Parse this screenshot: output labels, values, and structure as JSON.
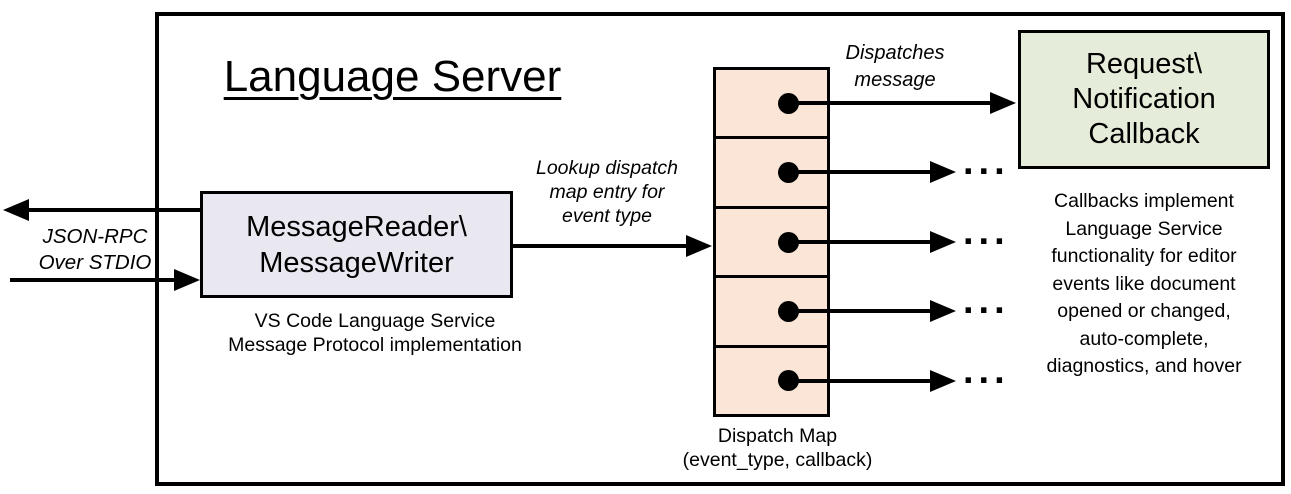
{
  "diagram": {
    "title": "Language Server",
    "io_label": {
      "line1": "JSON-RPC",
      "line2": "Over STDIO"
    },
    "message_box": {
      "line1": "MessageReader\\",
      "line2": "MessageWriter"
    },
    "message_box_caption": {
      "line1": "VS Code Language Service",
      "line2": "Message Protocol implementation"
    },
    "lookup_label": {
      "line1": "Lookup dispatch",
      "line2": "map entry for",
      "line3": "event type"
    },
    "dispatches_label": {
      "line1": "Dispatches",
      "line2": "message"
    },
    "callback_box": {
      "line1": "Request\\",
      "line2": "Notification",
      "line3": "Callback"
    },
    "callback_note_lines": [
      "Callbacks implement",
      "Language Service",
      "functionality for editor",
      "events like document",
      "opened or changed,",
      "auto-complete,",
      "diagnostics, and hover"
    ],
    "dispatch_map_caption": {
      "line1": "Dispatch Map",
      "line2": "(event_type, callback)"
    },
    "ellipsis": "...",
    "colors": {
      "message_box_fill": "#e9e7ef",
      "dispatch_cell_fill": "#fbe5d6",
      "callback_box_fill": "#e5edda",
      "line_color": "#000000"
    }
  }
}
